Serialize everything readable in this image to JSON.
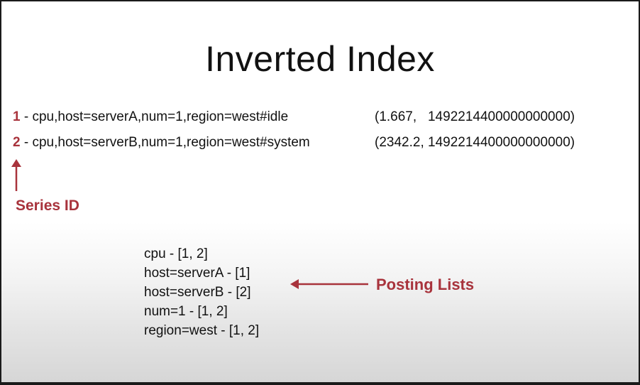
{
  "slide": {
    "title": "Inverted Index",
    "series": [
      {
        "id": "1",
        "key": " - cpu,host=serverA,num=1,region=west#idle",
        "value": "(1.667,   1492214400000000000)"
      },
      {
        "id": "2",
        "key": " - cpu,host=serverB,num=1,region=west#system",
        "value": "(2342.2, 1492214400000000000)"
      }
    ],
    "series_id_label": "Series ID",
    "posting_lists": [
      "cpu - [1, 2]",
      "host=serverA - [1]",
      "host=serverB - [2]",
      "num=1 - [1, 2]",
      "region=west - [1, 2]"
    ],
    "posting_lists_label": "Posting Lists",
    "accent_color": "#a8333c"
  }
}
